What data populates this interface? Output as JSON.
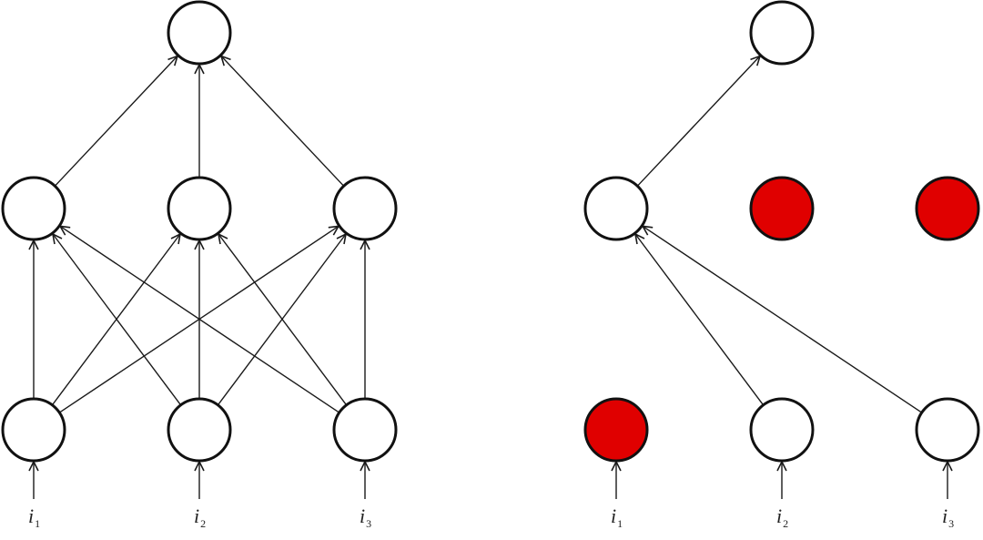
{
  "colors": {
    "node_fill": "#ffffff",
    "dropped_fill": "#e00000",
    "stroke": "#111111",
    "edge": "#1a1a1a"
  },
  "panels": [
    {
      "name": "full-network",
      "input_labels": [
        {
          "letter": "i",
          "sub": "1"
        },
        {
          "letter": "i",
          "sub": "2"
        },
        {
          "letter": "i",
          "sub": "3"
        }
      ],
      "layers": [
        [
          {
            "state": "active"
          },
          {
            "state": "active"
          },
          {
            "state": "active"
          }
        ],
        [
          {
            "state": "active"
          },
          {
            "state": "active"
          },
          {
            "state": "active"
          }
        ],
        [
          {
            "state": "active"
          }
        ]
      ],
      "edges": [
        {
          "from": [
            0,
            0
          ],
          "to": [
            1,
            0
          ]
        },
        {
          "from": [
            0,
            0
          ],
          "to": [
            1,
            1
          ]
        },
        {
          "from": [
            0,
            0
          ],
          "to": [
            1,
            2
          ]
        },
        {
          "from": [
            0,
            1
          ],
          "to": [
            1,
            0
          ]
        },
        {
          "from": [
            0,
            1
          ],
          "to": [
            1,
            1
          ]
        },
        {
          "from": [
            0,
            1
          ],
          "to": [
            1,
            2
          ]
        },
        {
          "from": [
            0,
            2
          ],
          "to": [
            1,
            0
          ]
        },
        {
          "from": [
            0,
            2
          ],
          "to": [
            1,
            1
          ]
        },
        {
          "from": [
            0,
            2
          ],
          "to": [
            1,
            2
          ]
        },
        {
          "from": [
            1,
            0
          ],
          "to": [
            2,
            0
          ]
        },
        {
          "from": [
            1,
            1
          ],
          "to": [
            2,
            0
          ]
        },
        {
          "from": [
            1,
            2
          ],
          "to": [
            2,
            0
          ]
        }
      ]
    },
    {
      "name": "dropout-network",
      "input_labels": [
        {
          "letter": "i",
          "sub": "1"
        },
        {
          "letter": "i",
          "sub": "2"
        },
        {
          "letter": "i",
          "sub": "3"
        }
      ],
      "layers": [
        [
          {
            "state": "dropped"
          },
          {
            "state": "active"
          },
          {
            "state": "active"
          }
        ],
        [
          {
            "state": "active"
          },
          {
            "state": "dropped"
          },
          {
            "state": "dropped"
          }
        ],
        [
          {
            "state": "active"
          }
        ]
      ],
      "edges": [
        {
          "from": [
            0,
            1
          ],
          "to": [
            1,
            0
          ]
        },
        {
          "from": [
            0,
            2
          ],
          "to": [
            1,
            0
          ]
        },
        {
          "from": [
            1,
            0
          ],
          "to": [
            2,
            0
          ]
        }
      ]
    }
  ]
}
